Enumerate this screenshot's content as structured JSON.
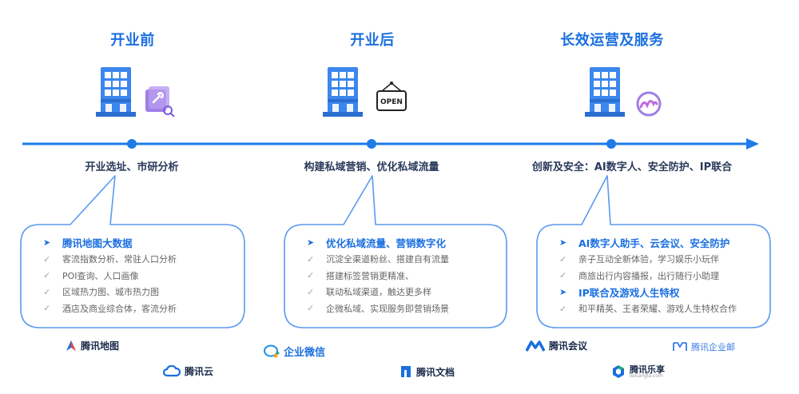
{
  "stages": [
    {
      "title": "开业前",
      "subtitle": "开业选址、市研分析",
      "groups": [
        {
          "heading": "腾讯地图大数据",
          "items": [
            "客流指数分析、常驻人口分析",
            "POI查询、人口画像",
            "区域热力图、城市热力图",
            "酒店及商业综合体，客流分析"
          ]
        }
      ]
    },
    {
      "title": "开业后",
      "subtitle": "构建私域营销、优化私域流量",
      "open_sign": "OPEN",
      "groups": [
        {
          "heading": "优化私域流量、营销数字化",
          "items": [
            "沉淀全渠道粉丝、搭建自有流量",
            "搭建标签营销更精准、",
            "联动私域渠道，触达更多样",
            "企微私域、实现服务即营销场景"
          ]
        }
      ]
    },
    {
      "title": "长效运营及服务",
      "subtitle": "创新及安全：AI数字人、安全防护、IP联合",
      "groups": [
        {
          "heading": "AI数字人助手、云会议、安全防护",
          "items": [
            "亲子互动全新体验，学习娱乐小玩伴",
            "商旅出行内容播报，出行随行小助理"
          ]
        },
        {
          "heading": "IP联合及游戏人生特权",
          "items": [
            "和平精英、王者荣耀、游戏人生特权合作"
          ]
        }
      ]
    }
  ],
  "logos": {
    "map": "腾讯地图",
    "cloud": "腾讯云",
    "wecom": "企业微信",
    "docs": "腾讯文档",
    "meeting": "腾讯会议",
    "exmail": "腾讯企业邮",
    "lexiang": "腾讯乐享",
    "lexiang_sub": "lexiangla.com"
  },
  "colors": {
    "accent": "#1a6fe0",
    "line": "#1e7be8",
    "callout_border": "#5a9af0",
    "building": "#3b87ee",
    "tool_icon": "#9f7fe6"
  }
}
